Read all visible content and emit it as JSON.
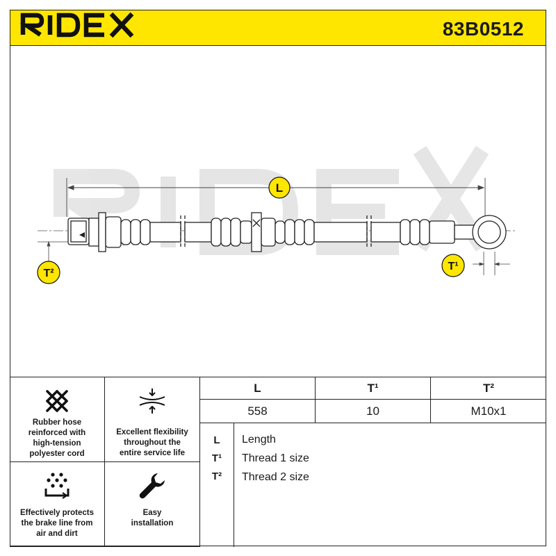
{
  "header": {
    "brand": "RIDEX",
    "part_number": "83B0512"
  },
  "drawing": {
    "label_length": "L",
    "label_t1": "T¹",
    "label_t2": "T²",
    "watermark": "RIDEX"
  },
  "features": [
    {
      "icon": "mesh-icon",
      "text": "Rubber hose\nreinforced with\nhigh-tension\npolyester cord"
    },
    {
      "icon": "flex-icon",
      "text": "Excellent flexibility\nthroughout the\nentire service life"
    },
    {
      "icon": "dirt-protection-icon",
      "text": "Effectively protects\nthe brake line from\nair and dirt"
    },
    {
      "icon": "wrench-icon",
      "text": "Easy\ninstallation"
    }
  ],
  "specs": {
    "headers": [
      "L",
      "T¹",
      "T²"
    ],
    "values": [
      "558",
      "10",
      "M10x1"
    ]
  },
  "legend": [
    {
      "key": "L",
      "desc": "Length"
    },
    {
      "key": "T¹",
      "desc": "Thread 1 size"
    },
    {
      "key": "T²",
      "desc": "Thread 2 size"
    }
  ],
  "colors": {
    "accent": "#ffe600",
    "line": "#222222",
    "watermark": "#e6e6e6"
  }
}
